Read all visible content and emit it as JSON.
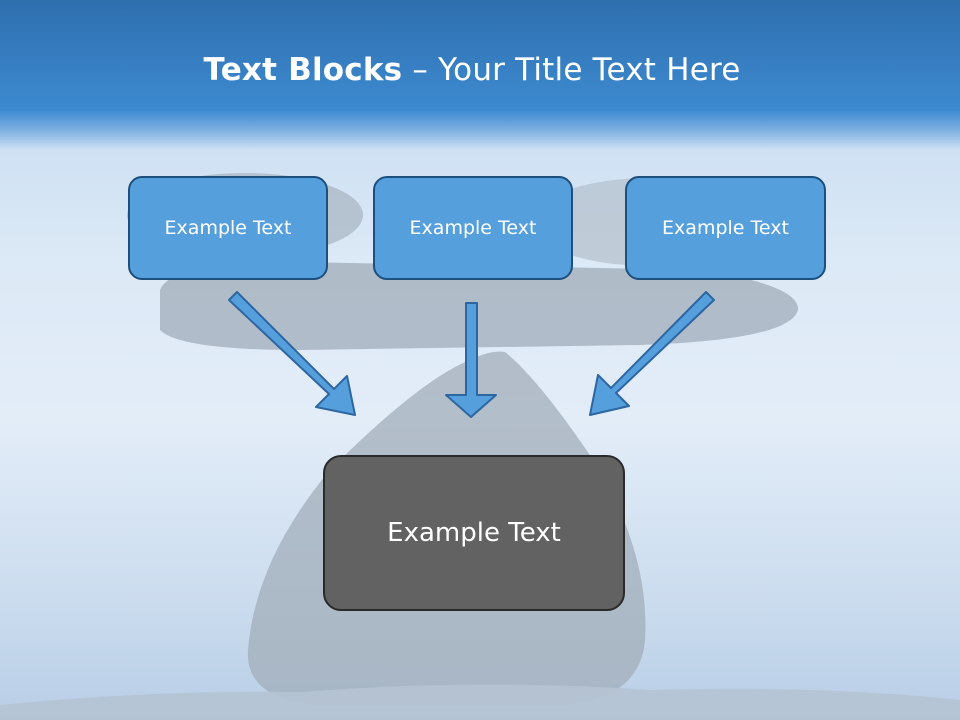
{
  "slide": {
    "title_bold": "Text Blocks",
    "title_rest": " – Your Title Text Here"
  },
  "blocks": [
    {
      "label": "Example Text"
    },
    {
      "label": "Example Text"
    },
    {
      "label": "Example Text"
    }
  ],
  "center": {
    "label": "Example Text"
  },
  "colors": {
    "header": "#3d8ad0",
    "block_fill": "#569fdd",
    "block_border": "#1f4f7c",
    "center_fill": "#626262",
    "arrow_fill": "#569fdd",
    "arrow_stroke": "#2d66a0"
  }
}
